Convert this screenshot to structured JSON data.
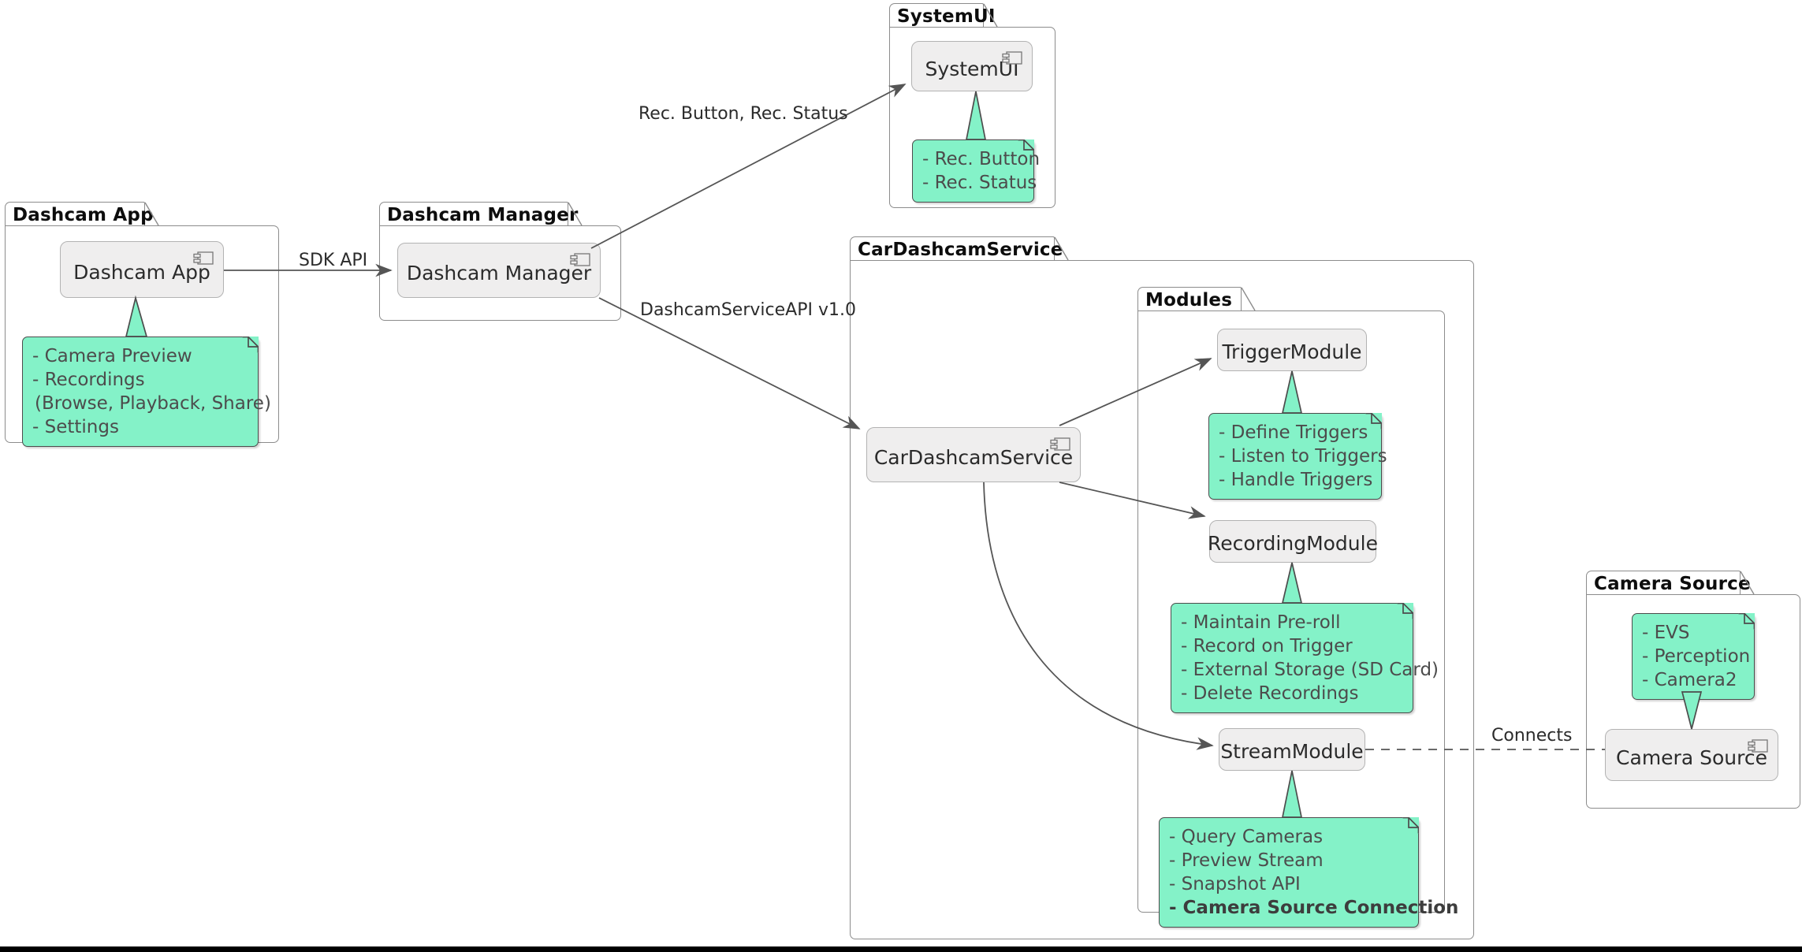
{
  "diagram": {
    "type": "uml-component-diagram",
    "title_visible": false,
    "colors": {
      "note_fill": "#84F2C8",
      "note_border": "#4C4C4C",
      "component_fill": "#EFEEEE",
      "component_border": "#B3B3B3",
      "package_border": "#8C8C8C",
      "edge_stroke": "#555555",
      "text": "#2B2B2B"
    }
  },
  "packages": {
    "dashcam_app": {
      "label": "Dashcam App"
    },
    "dashcam_manager": {
      "label": "Dashcam Manager"
    },
    "system_ui": {
      "label": "SystemUI"
    },
    "car_dashcam_service": {
      "label": "CarDashcamService"
    },
    "modules": {
      "label": "Modules"
    },
    "camera_source": {
      "label": "Camera Source"
    }
  },
  "components": {
    "dashcam_app": {
      "label": "Dashcam App",
      "icon": "uml-component-icon"
    },
    "dashcam_manager": {
      "label": "Dashcam Manager",
      "icon": "uml-component-icon"
    },
    "system_ui": {
      "label": "SystemUI",
      "icon": "uml-component-icon"
    },
    "car_dashcam_service": {
      "label": "CarDashcamService",
      "icon": "uml-component-icon"
    },
    "trigger_module": {
      "label": "TriggerModule",
      "icon": "none"
    },
    "recording_module": {
      "label": "RecordingModule",
      "icon": "none"
    },
    "stream_module": {
      "label": "StreamModule",
      "icon": "none"
    },
    "camera_source": {
      "label": "Camera Source",
      "icon": "uml-component-icon"
    }
  },
  "notes": {
    "dashcam_app": {
      "lines": [
        {
          "text": "- Camera Preview",
          "bold": false
        },
        {
          "text": "- Recordings",
          "bold": false
        },
        {
          "text": "  (Browse, Playback, Share)",
          "bold": false
        },
        {
          "text": "- Settings",
          "bold": false
        }
      ]
    },
    "system_ui": {
      "lines": [
        {
          "text": "- Rec. Button",
          "bold": false
        },
        {
          "text": "- Rec. Status",
          "bold": false
        }
      ]
    },
    "trigger_module": {
      "lines": [
        {
          "text": "- Define Triggers",
          "bold": false
        },
        {
          "text": "- Listen to Triggers",
          "bold": false
        },
        {
          "text": "- Handle Triggers",
          "bold": false
        }
      ]
    },
    "recording_module": {
      "lines": [
        {
          "text": "- Maintain Pre-roll",
          "bold": false
        },
        {
          "text": "- Record on Trigger",
          "bold": false
        },
        {
          "text": "- External Storage (SD Card)",
          "bold": false
        },
        {
          "text": "- Delete Recordings",
          "bold": false
        }
      ]
    },
    "stream_module": {
      "lines": [
        {
          "text": "- Query Cameras",
          "bold": false
        },
        {
          "text": "- Preview Stream",
          "bold": false
        },
        {
          "text": "- Snapshot API",
          "bold": false
        },
        {
          "text": "- Camera Source Connection",
          "bold": true
        }
      ]
    },
    "camera_source": {
      "lines": [
        {
          "text": "- EVS",
          "bold": false
        },
        {
          "text": "- Perception",
          "bold": false
        },
        {
          "text": "- Camera2",
          "bold": false
        }
      ]
    }
  },
  "edges": [
    {
      "id": "sdk-api",
      "label": "SDK API",
      "from": "Dashcam App",
      "to": "Dashcam Manager",
      "style": "solid-arrow"
    },
    {
      "id": "rec-button-status",
      "label": "Rec. Button, Rec. Status",
      "from": "Dashcam Manager",
      "to": "SystemUI",
      "style": "solid-arrow"
    },
    {
      "id": "dashcam-service-api",
      "label": "DashcamServiceAPI v1.0",
      "from": "Dashcam Manager",
      "to": "CarDashcamService",
      "style": "solid-arrow"
    },
    {
      "id": "svc-trigger",
      "label": "",
      "from": "CarDashcamService",
      "to": "TriggerModule",
      "style": "solid-arrow"
    },
    {
      "id": "svc-recording",
      "label": "",
      "from": "CarDashcamService",
      "to": "RecordingModule",
      "style": "solid-arrow"
    },
    {
      "id": "svc-stream",
      "label": "",
      "from": "CarDashcamService",
      "to": "StreamModule",
      "style": "solid-arrow-curved"
    },
    {
      "id": "stream-camera",
      "label": "Connects",
      "from": "StreamModule",
      "to": "Camera Source",
      "style": "dashed"
    }
  ]
}
